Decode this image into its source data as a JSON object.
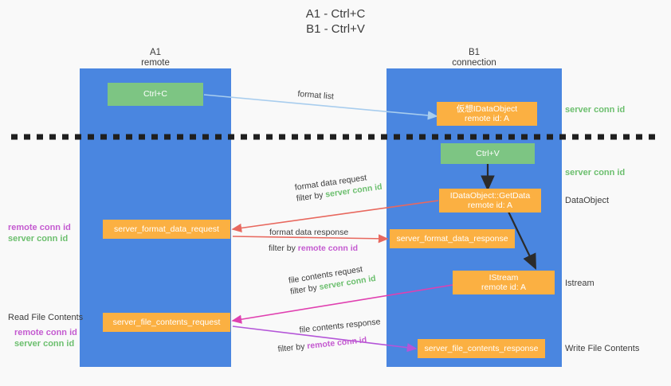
{
  "title": "A1 - Ctrl+C\nB1 - Ctrl+V",
  "columns": [
    {
      "name": "A1",
      "sub": "remote"
    },
    {
      "name": "B1",
      "sub": "connection"
    }
  ],
  "boxes": {
    "ctrl_c": {
      "line1": "Ctrl+C",
      "line2": ""
    },
    "virtual_dataobject": {
      "line1": "仮想IDataObject",
      "line2": "remote id: A"
    },
    "ctrl_v": {
      "line1": "Ctrl+V",
      "line2": ""
    },
    "getdata": {
      "line1": "IDataObject::GetData",
      "line2": "remote id: A"
    },
    "format_data_request": {
      "line1": "server_format_data_request",
      "line2": ""
    },
    "format_data_response": {
      "line1": "server_format_data_response",
      "line2": ""
    },
    "istream": {
      "line1": "IStream",
      "line2": "remote id: A"
    },
    "file_contents_request": {
      "line1": "server_file_contents_request",
      "line2": ""
    },
    "file_contents_response": {
      "line1": "server_file_contents_response",
      "line2": ""
    }
  },
  "flows": {
    "format_list": "format list",
    "format_data_request_l1": "format data request",
    "format_data_request_l2_pre": "filter by ",
    "format_data_request_l2_hl": "server conn id",
    "format_data_response_l1": "format data response",
    "format_data_response_l2_pre": "filter by ",
    "format_data_response_l2_hl": "remote conn id",
    "file_contents_request_l1": "file contents request",
    "file_contents_request_l2_pre": "filter by ",
    "file_contents_request_l2_hl": "server conn id",
    "file_contents_response_l1": "file contents response",
    "file_contents_response_l2_pre": "filter by ",
    "file_contents_response_l2_hl": "remote conn id"
  },
  "right_labels": {
    "server_conn_id_top": "server conn id",
    "server_conn_id_mid": "server conn id",
    "dataobject": "DataObject",
    "istream": "Istream",
    "write_file_contents": "Write File Contents"
  },
  "left_labels": {
    "remote_conn_id_mid": "remote conn id",
    "server_conn_id_mid": "server conn id",
    "read_file_contents": "Read File Contents",
    "remote_conn_id_bottom": "remote conn id",
    "server_conn_id_bottom": "server conn id"
  },
  "colors": {
    "lane": "#4a86e0",
    "green_box": "#7dc583",
    "orange_box": "#fbb042",
    "conn_green": "#6cbf6e",
    "conn_purple": "#c45ad0",
    "arrow_blue": "#a8cdee",
    "arrow_red": "#e8685e",
    "arrow_magenta": "#e040b0",
    "arrow_purple": "#b455d8",
    "arrow_black": "#2b2b2b",
    "background": "#f9f9f9"
  }
}
